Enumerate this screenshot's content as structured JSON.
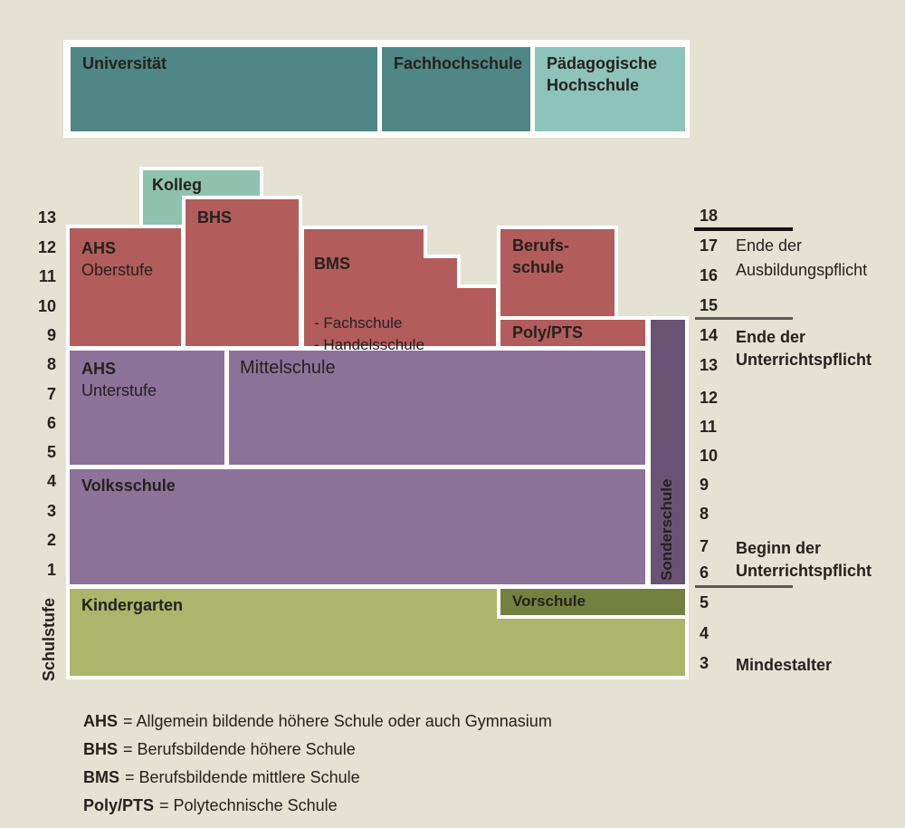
{
  "colors": {
    "background": "#e5e1d3",
    "tertiary_teal": "#4f8686",
    "tertiary_teal_light": "#8dc3ba",
    "kolleg_teal": "#8ec2ae",
    "secondary_red": "#b25c5c",
    "primary_purple": "#8d7299",
    "sonderschule_purple": "#6a5274",
    "kindergarten_olive": "#adb46c",
    "vorschule_olive": "#74803f",
    "text": "#25211d",
    "border_white": "#ffffff"
  },
  "top_row": {
    "universitaet": "Universität",
    "fachhochschule": "Fachhochschule",
    "paedagogische_hochschule": "Pädagogische\nHochschule"
  },
  "boxes": {
    "kolleg": "Kolleg",
    "bhs": "BHS",
    "ahs_oberstufe": {
      "abbr": "AHS",
      "name": "Oberstufe"
    },
    "bms": {
      "abbr": "BMS",
      "items": "- Fachschule\n- Handelsschule"
    },
    "berufsschule": "Berufs-\nschule",
    "poly_pts": "Poly/PTS",
    "ahs_unterstufe": {
      "abbr": "AHS",
      "name": "Unterstufe"
    },
    "mittelschule": "Mittelschule",
    "volksschule": "Volksschule",
    "sonderschule": "Sonderschule",
    "kindergarten": "Kindergarten",
    "vorschule": "Vorschule"
  },
  "axis_left": {
    "label": "Schulstufe",
    "values": [
      "13",
      "12",
      "11",
      "10",
      "9",
      "8",
      "7",
      "6",
      "5",
      "4",
      "3",
      "2",
      "1"
    ]
  },
  "axis_right": {
    "values": [
      "18",
      "17",
      "16",
      "15",
      "14",
      "13",
      "12",
      "11",
      "10",
      "9",
      "8",
      "7",
      "6",
      "5",
      "4",
      "3"
    ],
    "annotations": {
      "ende_ausbildungspflicht": "Ende der\nAusbildungspflicht",
      "ende_unterrichtspflicht": "Ende der\nUnterrichtspflicht",
      "beginn_unterrichtspflicht": "Beginn der\nUnterrichtspflicht",
      "mindestalter": "Mindestalter"
    }
  },
  "legend": [
    {
      "abbr": "AHS",
      "text": "= Allgemein bildende höhere Schule oder auch Gymnasium"
    },
    {
      "abbr": "BHS",
      "text": "= Berufsbildende höhere Schule"
    },
    {
      "abbr": "BMS",
      "text": "= Berufsbildende mittlere Schule"
    },
    {
      "abbr": "Poly/PTS",
      "text": "= Polytechnische Schule"
    }
  ]
}
